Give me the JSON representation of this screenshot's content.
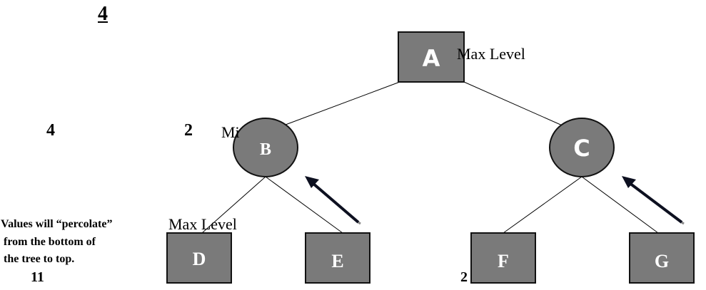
{
  "heading_number": "4",
  "labels": {
    "max_level_top": "Max Level",
    "min_level_partial": "Mi",
    "max_level_mid": "Max Level"
  },
  "scores": {
    "left_4": "4",
    "b_2": "2",
    "d_11": "11",
    "f_2": "2"
  },
  "note": {
    "line1": "Values will “percolate”",
    "line2": " from the bottom of",
    "line3": " the tree to top."
  },
  "nodes": {
    "A": {
      "label": "A",
      "shape": "square"
    },
    "B": {
      "label": "B",
      "shape": "circle"
    },
    "C": {
      "label": "C",
      "shape": "circle"
    },
    "D": {
      "label": "D",
      "shape": "square"
    },
    "E": {
      "label": "E",
      "shape": "square"
    },
    "F": {
      "label": "F",
      "shape": "square"
    },
    "G": {
      "label": "G",
      "shape": "square"
    }
  },
  "colors": {
    "node_fill": "#7a7a7a",
    "node_stroke": "#111111",
    "edge": "#000000",
    "arrow": "#0d1020"
  }
}
